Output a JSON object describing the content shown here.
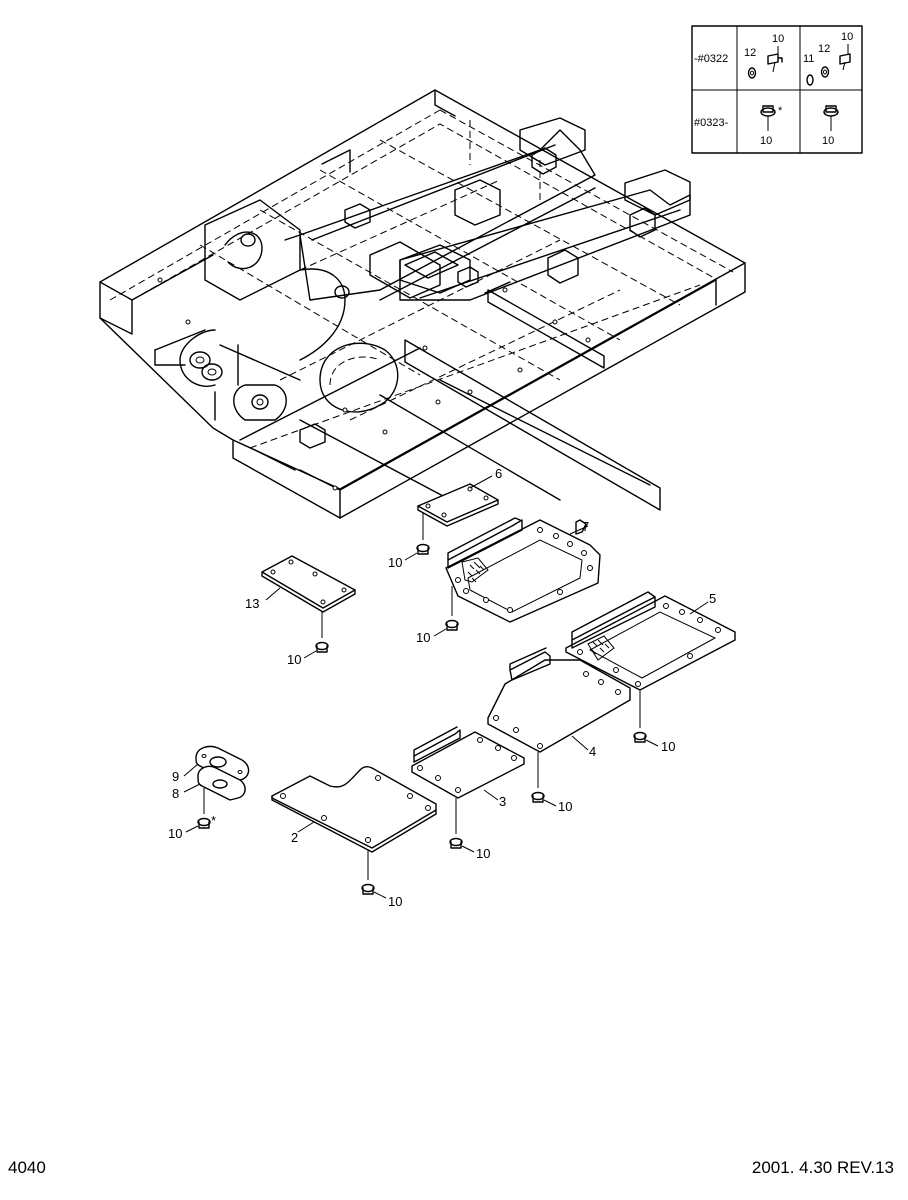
{
  "parts": {
    "p2": "2",
    "p3": "3",
    "p4": "4",
    "p5": "5",
    "p6": "6",
    "p7": "7",
    "p8": "8",
    "p9": "9",
    "p13": "13",
    "bolt": "10",
    "bolt_star": "10",
    "star": "*"
  },
  "serial_table": {
    "row1_label": "-#0322",
    "row2_label": "#0323-",
    "row1_col1_a": "12",
    "row1_col1_b": "10",
    "row1_col2_a": "11",
    "row1_col2_b": "12",
    "row1_col2_c": "10",
    "row2_col1": "10",
    "row2_col2": "10"
  },
  "footer": {
    "page_number": "4040",
    "revision": "2001. 4.30  REV.13"
  }
}
